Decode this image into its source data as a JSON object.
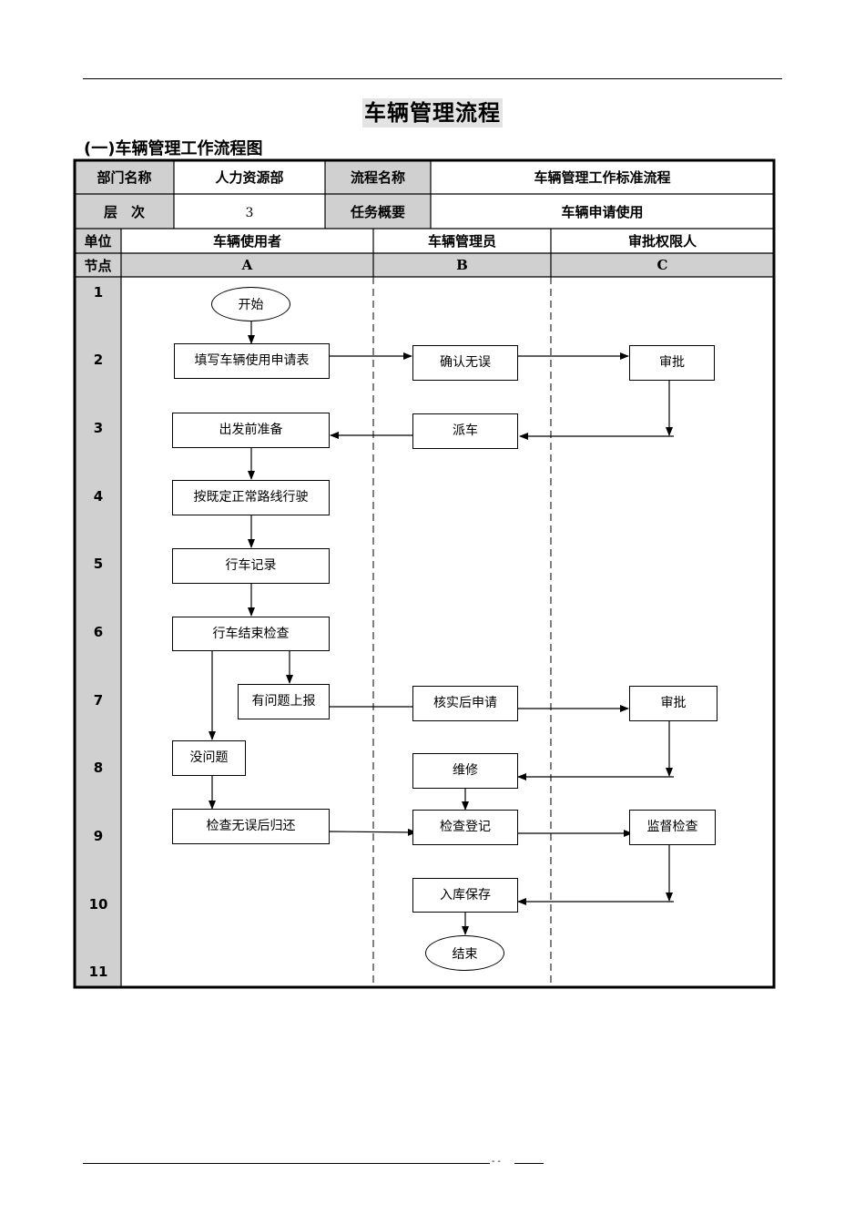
{
  "document": {
    "title": "车辆管理流程",
    "section_heading": "(一)车辆管理工作流程图"
  },
  "header_table": {
    "dept_label": "部门名称",
    "dept_value": "人力资源部",
    "process_label": "流程名称",
    "process_value": "车辆管理工作标准流程",
    "level_label": "层　次",
    "level_value": "3",
    "task_label": "任务概要",
    "task_value": "车辆申请使用"
  },
  "lanes": {
    "unit_label": "单位",
    "node_label": "节点",
    "columns": [
      {
        "name": "车辆使用者",
        "code": "A"
      },
      {
        "name": "车辆管理员",
        "code": "B"
      },
      {
        "name": "审批权限人",
        "code": "C"
      }
    ]
  },
  "row_numbers": [
    "1",
    "2",
    "3",
    "4",
    "5",
    "6",
    "7",
    "8",
    "9",
    "10",
    "11"
  ],
  "nodes": {
    "start": "开始",
    "fill_form": "填写车辆使用申请表",
    "confirm": "确认无误",
    "approve1": "审批",
    "prepare": "出发前准备",
    "dispatch": "派车",
    "drive": "按既定正常路线行驶",
    "log": "行车记录",
    "check_end": "行车结束检查",
    "report_issue": "有问题上报",
    "verify_apply": "核实后申请",
    "approve2": "审批",
    "no_issue": "没问题",
    "repair": "维修",
    "return_ok": "检查无误后归还",
    "inspect_register": "检查登记",
    "supervise": "监督检查",
    "store": "入库保存",
    "end": "结束"
  },
  "footer": {
    "marks": "-   -"
  }
}
